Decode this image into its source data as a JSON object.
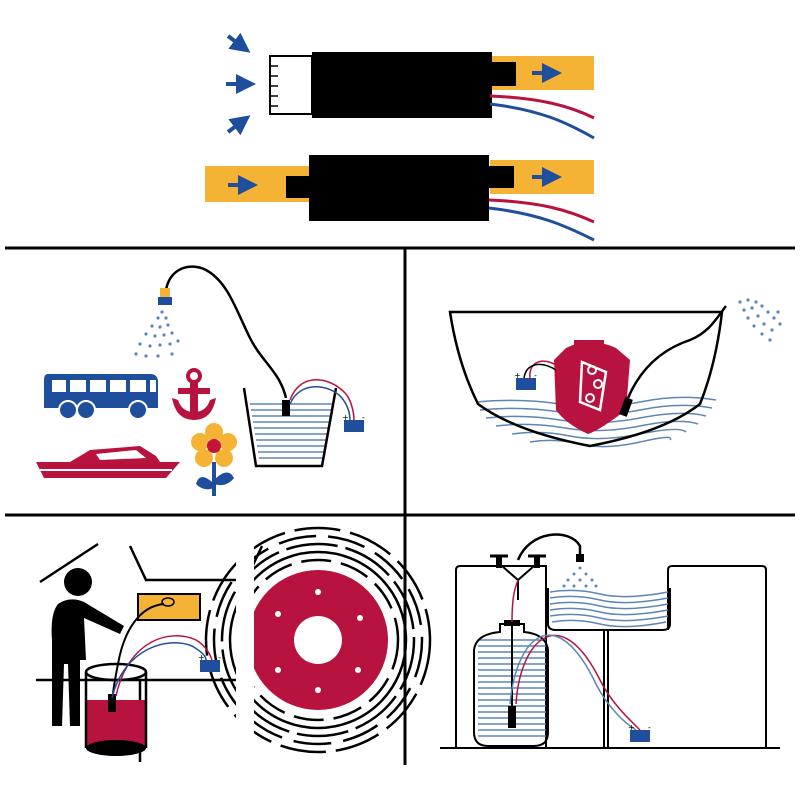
{
  "colors": {
    "black": "#000000",
    "yellow": "#f5b335",
    "blue": "#1f4f9c",
    "red": "#b8123f",
    "water": "#5d86b5",
    "flower_red": "#c3153a",
    "flower_yellow": "#f5b335"
  },
  "icons": [
    "inlet-arrow-icon",
    "flow-arrow-icon",
    "pump-icon",
    "battery-icon",
    "bus-icon",
    "boat-icon",
    "anchor-icon",
    "flower-icon",
    "spray-nozzle-icon",
    "bucket-icon",
    "ship-hull-icon",
    "engine-icon",
    "person-icon",
    "barrel-icon",
    "wheel-icon",
    "faucet-icon",
    "water-tank-icon",
    "sink-icon"
  ],
  "panels": [
    "pump-flow-diagram",
    "garden-bucket-use",
    "boat-bilge-use",
    "vehicle-oil-drain-use",
    "water-tank-use"
  ],
  "battery_signs": {
    "plus": "+",
    "minus": "-"
  }
}
